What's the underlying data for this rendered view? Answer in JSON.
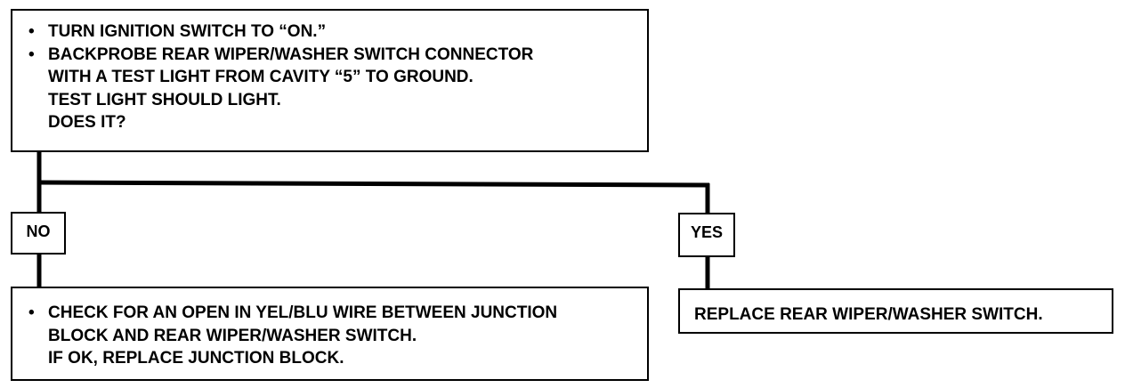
{
  "decision": {
    "lines": [
      {
        "bullet": "•",
        "text": "TURN IGNITION SWITCH TO “ON.”"
      },
      {
        "bullet": "•",
        "text": "BACKPROBE REAR WIPER/WASHER SWITCH CONNECTOR"
      },
      {
        "bullet": "",
        "text": "WITH A TEST LIGHT FROM CAVITY “5” TO GROUND."
      },
      {
        "bullet": "",
        "text": "TEST LIGHT SHOULD LIGHT."
      },
      {
        "bullet": "",
        "text": "DOES IT?"
      }
    ]
  },
  "branches": {
    "no": {
      "label": "NO",
      "lines": [
        {
          "bullet": "•",
          "text": "CHECK FOR AN OPEN IN YEL/BLU WIRE BETWEEN JUNCTION"
        },
        {
          "bullet": "",
          "text": "BLOCK AND REAR WIPER/WASHER SWITCH."
        },
        {
          "bullet": "",
          "text": "IF OK, REPLACE JUNCTION BLOCK."
        }
      ]
    },
    "yes": {
      "label": "YES",
      "text": "REPLACE REAR WIPER/WASHER SWITCH."
    }
  }
}
